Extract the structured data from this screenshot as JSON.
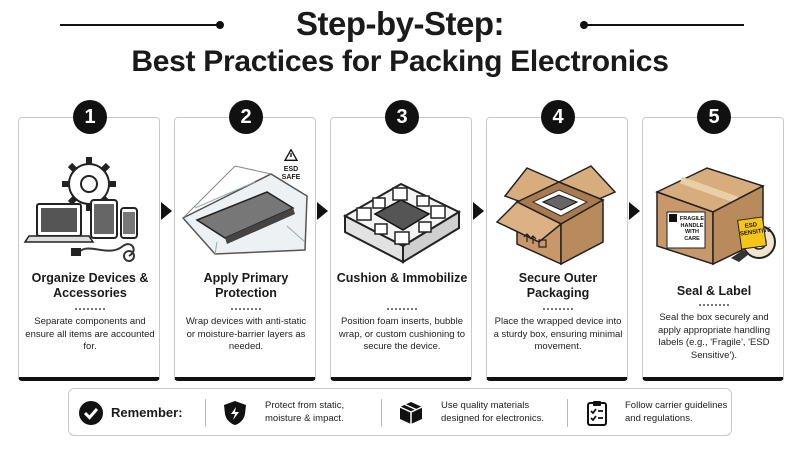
{
  "header": {
    "title_line1": "Step-by-Step:",
    "title_line2": "Best Practices for Packing Electronics"
  },
  "steps": [
    {
      "number": "1",
      "title": "Organize Devices & Accessories",
      "description": "Separate components and ensure all items are accounted for.",
      "icon": "devices-gear-icon"
    },
    {
      "number": "2",
      "title": "Apply Primary Protection",
      "description": "Wrap devices with anti-static or moisture-barrier layers as needed.",
      "badge": "ESD SAFE",
      "icon": "antistatic-bag-icon"
    },
    {
      "number": "3",
      "title": "Cushion & Immobilize",
      "description": "Position foam inserts, bubble wrap, or custom cushioning to secure the device.",
      "icon": "foam-cushion-icon"
    },
    {
      "number": "4",
      "title": "Secure Outer Packaging",
      "description": "Place the wrapped device into a sturdy box, ensuring minimal movement.",
      "icon": "open-box-icon"
    },
    {
      "number": "5",
      "title": "Seal & Label",
      "description": "Seal the box securely and apply appropriate handling labels (e.g., 'Fragile', 'ESD Sensitive').",
      "fragile_label": "FRAGILE HANDLE WITH CARE",
      "esd_label": "ESD SENSITIVE",
      "icon": "sealed-box-tape-icon"
    }
  ],
  "reminder": {
    "label": "Remember:",
    "items": [
      {
        "text": "Protect from static, moisture & impact.",
        "icon": "shield-icon"
      },
      {
        "text": "Use quality materials designed for electronics.",
        "icon": "box-icon"
      },
      {
        "text": "Follow carrier guidelines and regulations.",
        "icon": "clipboard-checklist-icon"
      }
    ]
  },
  "colors": {
    "ink": "#111111",
    "cardBorder": "#c9c9c9",
    "cardboard": "#c8986a",
    "label": "#f5c518"
  }
}
